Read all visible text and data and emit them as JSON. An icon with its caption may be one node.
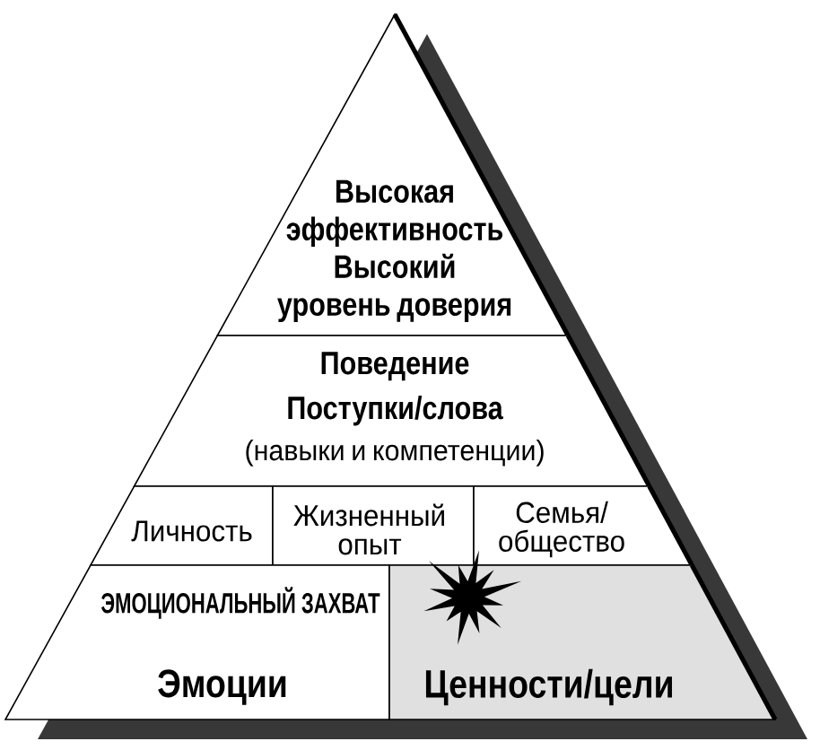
{
  "diagram": {
    "nodes": [
      {
        "text": [
          "Высокая эффективность",
          "Высокий уровень доверия"
        ]
      },
      {
        "text": [
          "Поведение",
          "Поступки/слова",
          "(навыки и компетенции)"
        ]
      },
      {
        "text": [
          "Личность"
        ]
      },
      {
        "text": [
          "Жизненный опыт"
        ]
      },
      {
        "text": [
          "Семья/ общество"
        ]
      },
      {
        "text": [
          "Эмоции"
        ]
      },
      {
        "text": [
          "Ценности/цели"
        ]
      }
    ],
    "labels": [
      "ЭМОЦИОНАЛЬНЫЙ ЗАХВАТ"
    ]
  }
}
